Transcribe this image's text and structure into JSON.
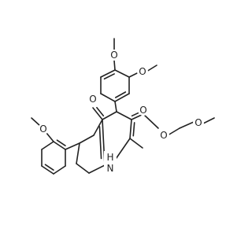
{
  "molecule": {
    "labels": {
      "o_methoxy_top": "O",
      "o_methoxy_right": "O",
      "o_ketone": "O",
      "o_ester_carbonyl": "O",
      "o_ester_single": "O",
      "o_ether_chain": "O",
      "o_methoxy_phenyl": "O",
      "nh": "H",
      "n": "N"
    },
    "colors": {
      "bond": "#222222",
      "text": "#222222",
      "background": "#ffffff"
    }
  }
}
